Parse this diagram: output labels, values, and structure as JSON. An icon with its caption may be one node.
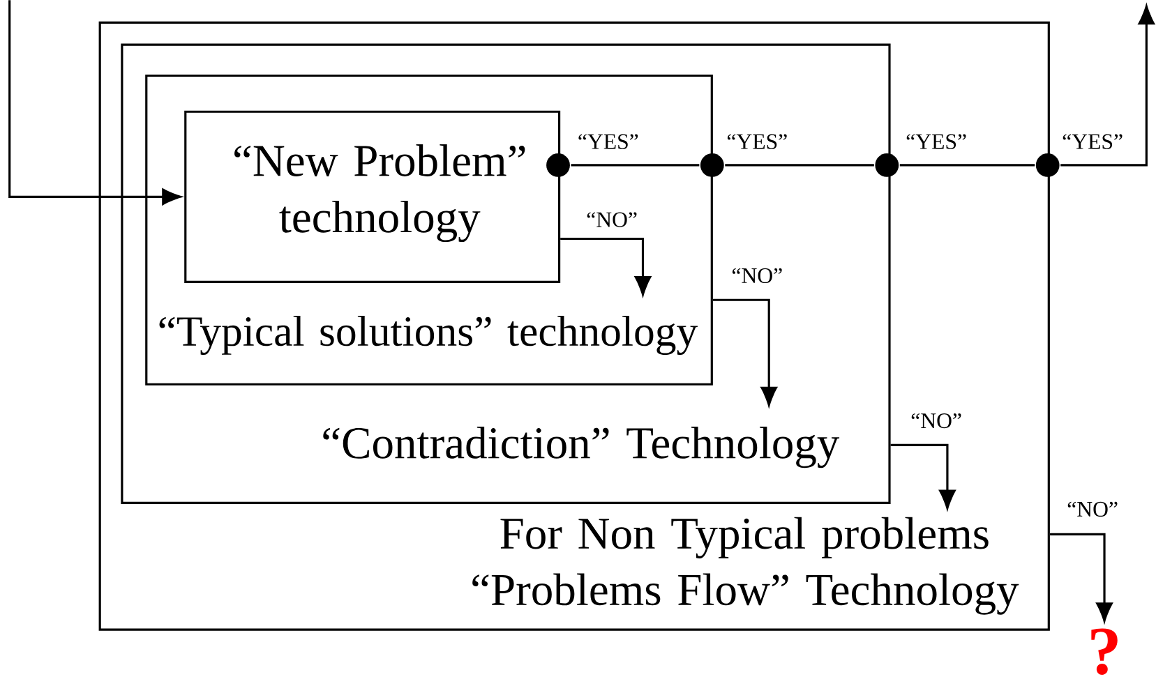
{
  "diagram": {
    "nodes": [
      {
        "text": [
          "For Non Typical problems “Problems Flow” Technology"
        ]
      },
      {
        "text": [
          "“Contradiction” Technology"
        ],
        "in": 0
      },
      {
        "text": [
          "“Typical solutions” technology"
        ],
        "in": 1
      },
      {
        "text": [
          "“New Problem” technology"
        ],
        "in": 2
      },
      {
        "text": [],
        "shape": "circle",
        "in": 2
      },
      {
        "text": [],
        "shape": "circle",
        "in": 1
      },
      {
        "text": [],
        "shape": "circle",
        "in": 0
      },
      {
        "text": [],
        "shape": "circle"
      },
      {
        "text": [
          "?"
        ]
      }
    ],
    "edges": [
      {
        "from": null,
        "to": 3,
        "arrow": "to"
      },
      {
        "from": 4,
        "to": 5,
        "arrow": "none",
        "label": "“YES”"
      },
      {
        "from": 5,
        "to": 6,
        "arrow": "none",
        "label": "“YES”"
      },
      {
        "from": 6,
        "to": 7,
        "arrow": "none",
        "label": "“YES”"
      },
      {
        "from": 7,
        "to": null,
        "arrow": "to",
        "label": "“YES”"
      },
      {
        "from": 3,
        "to": null,
        "arrow": "to",
        "label": "“NO”"
      },
      {
        "from": 2,
        "to": null,
        "arrow": "to",
        "label": "“NO”"
      },
      {
        "from": 1,
        "to": null,
        "arrow": "to",
        "label": "“NO”"
      },
      {
        "from": 0,
        "to": 8,
        "arrow": "to",
        "label": "“NO”"
      }
    ]
  }
}
